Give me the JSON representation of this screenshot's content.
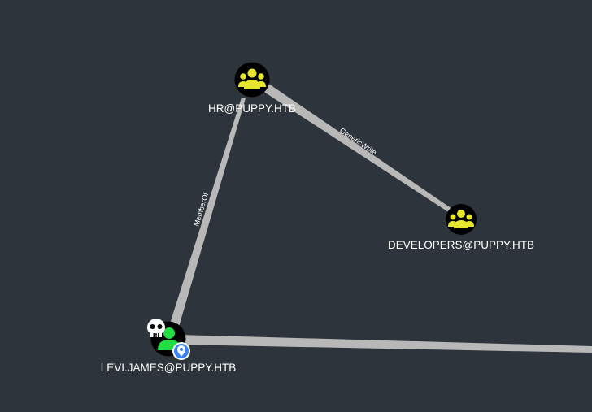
{
  "graph": {
    "nodes": {
      "hr": {
        "label": "HR@PUPPY.HTB",
        "type": "group",
        "icon": "group-icon",
        "icon_color": "#e6e62e"
      },
      "developers": {
        "label": "DEVELOPERS@PUPPY.HTB",
        "type": "group",
        "icon": "group-icon",
        "icon_color": "#e6e62e"
      },
      "levi": {
        "label": "LEVI.JAMES@PUPPY.HTB",
        "type": "user",
        "icon": "user-icon",
        "icon_color": "#1fd94a",
        "badges": [
          "skull-icon",
          "location-pin-icon"
        ],
        "badge_pin_color": "#3b82f6"
      }
    },
    "edges": {
      "hr_to_developers": {
        "label": "GenericWrite",
        "source": "HR@PUPPY.HTB",
        "target": "DEVELOPERS@PUPPY.HTB"
      },
      "levi_to_hr": {
        "label": "MemberOf",
        "source": "LEVI.JAMES@PUPPY.HTB",
        "target": "HR@PUPPY.HTB"
      },
      "levi_offscreen": {
        "source": "LEVI.JAMES@PUPPY.HTB"
      }
    }
  },
  "colors": {
    "background": "#2e343b",
    "edge": "#b4b4b4",
    "node_fill": "#000000",
    "label_text": "#ffffff"
  }
}
